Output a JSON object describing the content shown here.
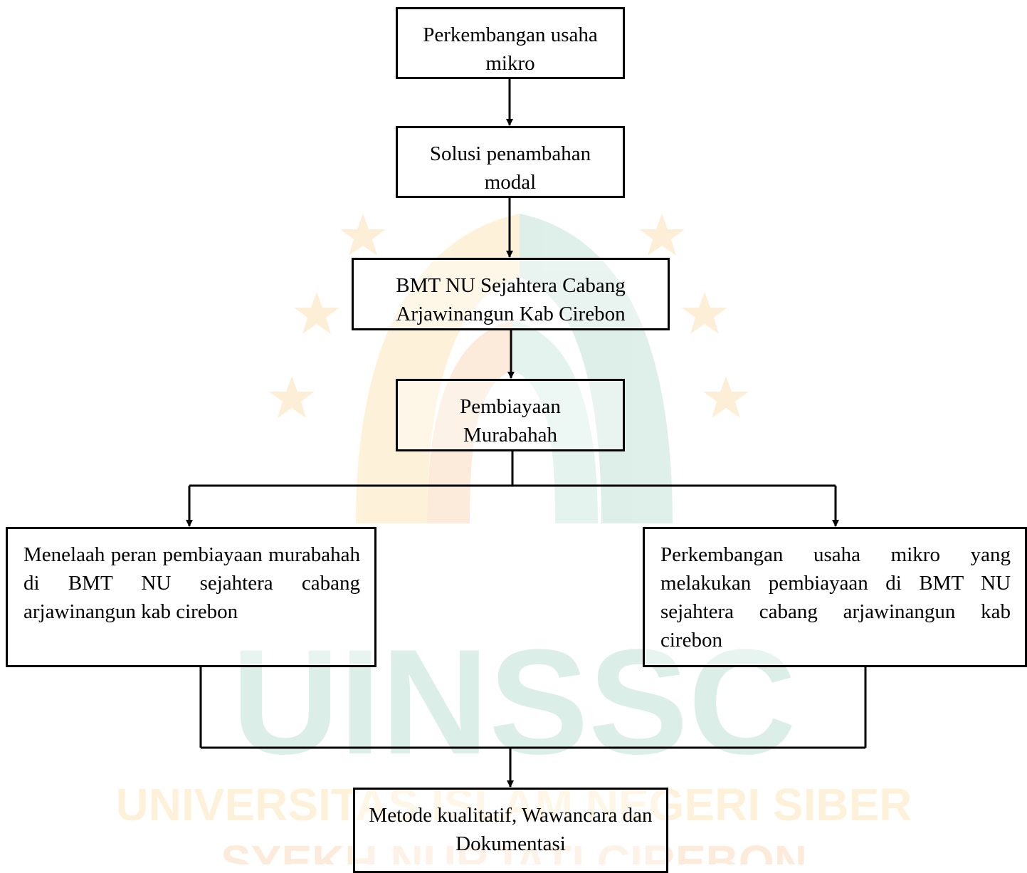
{
  "watermark": {
    "text_big": "UINSSC",
    "text_line1": "UNIVERSITAS ISLAM NEGERI SIBER",
    "text_line2": "SYEKH NURJATI CIREBON",
    "colors": {
      "green": "#5fb89a",
      "gold": "#f5b21b",
      "orange": "#f08a24"
    }
  },
  "nodes": {
    "n1": "Perkembangan usaha mikro",
    "n2": "Solusi penambahan modal",
    "n3": "BMT NU Sejahtera Cabang Arjawinangun Kab Cirebon",
    "n4": "Pembiayaan Murabahah",
    "n5": "Menelaah peran pembiayaan murabahah di BMT NU sejahtera cabang arjawinangun kab cirebon",
    "n6": "Perkembangan usaha mikro yang melakukan pembiayaan di BMT NU sejahtera cabang arjawinangun kab cirebon",
    "n7": "Metode kualitatif, Wawancara dan Dokumentasi"
  },
  "edges": [
    [
      "n1",
      "n2"
    ],
    [
      "n2",
      "n3"
    ],
    [
      "n3",
      "n4"
    ],
    [
      "n4",
      "n5"
    ],
    [
      "n4",
      "n6"
    ],
    [
      "n5",
      "n7"
    ],
    [
      "n6",
      "n7"
    ]
  ]
}
